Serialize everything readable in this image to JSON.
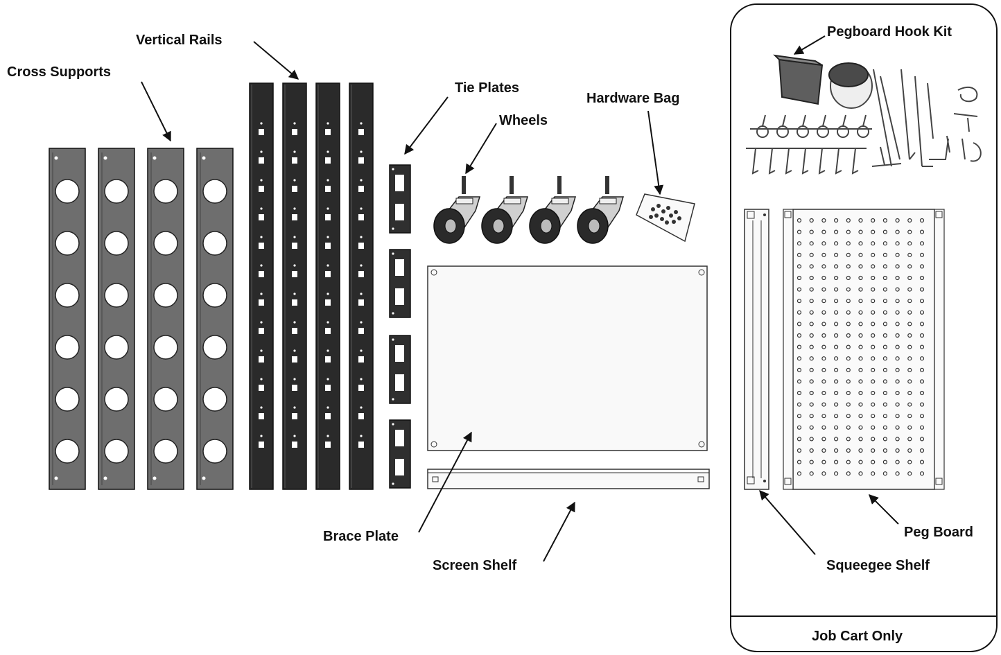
{
  "labels": {
    "cross_supports": "Cross Supports",
    "vertical_rails": "Vertical Rails",
    "tie_plates": "Tie Plates",
    "wheels": "Wheels",
    "hardware_bag": "Hardware Bag",
    "brace_plate": "Brace Plate",
    "screen_shelf": "Screen Shelf",
    "pegboard_hook_kit": "Pegboard Hook Kit",
    "peg_board": "Peg Board",
    "squeegee_shelf": "Squeegee Shelf",
    "job_cart_only": "Job Cart Only"
  },
  "colors": {
    "cross_support_fill": "#6e6e6e",
    "rail_fill": "#2a2a2a",
    "plate_fill": "#2f2f2f",
    "panel_fill": "#f7f7f7",
    "outline": "#111111"
  },
  "counts": {
    "cross_supports": 4,
    "vertical_rails": 4,
    "tie_plates": 4,
    "wheels": 4
  }
}
